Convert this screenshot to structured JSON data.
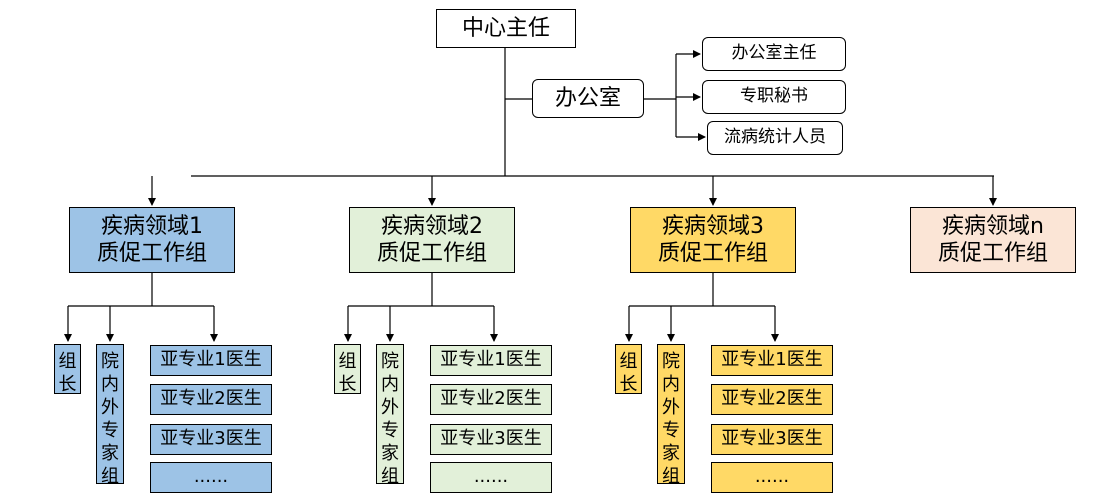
{
  "director": "中心主任",
  "office": {
    "name": "办公室",
    "staff": [
      "办公室主任",
      "专职秘书",
      "流病统计人员"
    ]
  },
  "colors": {
    "group1": "#9dc3e6",
    "group2": "#e2f0d9",
    "group3": "#ffd966",
    "group4": "#fbe5d6",
    "line": "#000000"
  },
  "groups": [
    {
      "title_line1": "疾病领域1",
      "title_line2": "质促工作组",
      "leader": "组长",
      "experts": "院内外专家组",
      "subs": [
        "亚专业1医生",
        "亚专业2医生",
        "亚专业3医生",
        "......"
      ]
    },
    {
      "title_line1": "疾病领域2",
      "title_line2": "质促工作组",
      "leader": "组长",
      "experts": "院内外专家组",
      "subs": [
        "亚专业1医生",
        "亚专业2医生",
        "亚专业3医生",
        "......"
      ]
    },
    {
      "title_line1": "疾病领域3",
      "title_line2": "质促工作组",
      "leader": "组长",
      "experts": "院内外专家组",
      "subs": [
        "亚专业1医生",
        "亚专业2医生",
        "亚专业3医生",
        "......"
      ]
    },
    {
      "title_line1": "疾病领域n",
      "title_line2": "质促工作组"
    }
  ]
}
